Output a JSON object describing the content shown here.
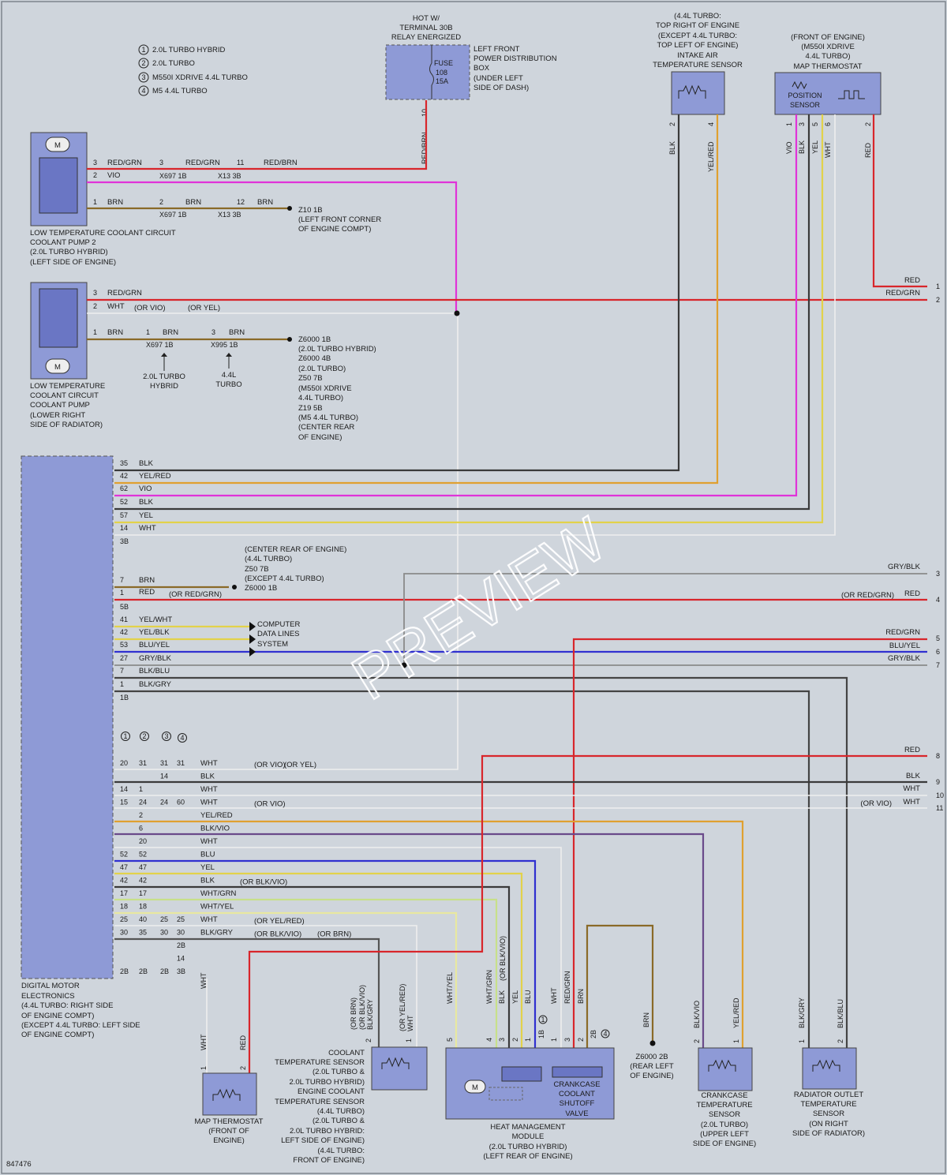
{
  "doc_number": "847476",
  "watermark": "PREVIEW",
  "legend": [
    {
      "num": "1",
      "text": "2.0L TURBO HYBRID"
    },
    {
      "num": "2",
      "text": "2.0L TURBO"
    },
    {
      "num": "3",
      "text": "M550I XDRIVE 4.4L TURBO"
    },
    {
      "num": "4",
      "text": "M5 4.4L TURBO"
    }
  ],
  "hot_label": [
    "HOT W/",
    "TERMINAL 30B",
    "RELAY ENERGIZED"
  ],
  "fuse_label": [
    "FUSE",
    "108",
    "15A"
  ],
  "fuse_box_desc": [
    "LEFT FRONT",
    "POWER DISTRIBUTION",
    "BOX",
    "(UNDER LEFT",
    "SIDE OF DASH)"
  ],
  "fuse_pin": "10",
  "fuse_wire": "RED/BRN",
  "intake_sensor_desc": [
    "(4.4L TURBO:",
    "TOP RIGHT OF ENGINE",
    "(EXCEPT 4.4L TURBO:",
    "TOP LEFT OF ENGINE)",
    "INTAKE AIR",
    "TEMPERATURE SENSOR"
  ],
  "intake_pins": [
    "2",
    "4"
  ],
  "intake_wires": [
    "BLK",
    "YEL/RED"
  ],
  "map_top_desc": [
    "(FRONT OF ENGINE)",
    "(M550I XDRIVE",
    "4.4L TURBO)",
    "MAP THERMOSTAT"
  ],
  "position_sensor": [
    "POSITION",
    "SENSOR"
  ],
  "map_top_pins": [
    "1",
    "3",
    "5",
    "6",
    "2"
  ],
  "map_top_wires": [
    "VIO",
    "BLK",
    "YEL",
    "WHT",
    "RED"
  ],
  "pump2": {
    "desc": [
      "LOW TEMPERATURE COOLANT CIRCUIT",
      "COOLANT PUMP 2",
      "(2.0L TURBO HYBRID)",
      "(LEFT SIDE OF ENGINE)"
    ],
    "pins": [
      "3",
      "2",
      "1"
    ],
    "wire_a": "RED/GRN",
    "wire_b": "VIO",
    "wire_c": "BRN",
    "conn1": "X697 1B",
    "conn2": "X13 3B",
    "conn1_pin_a": "3",
    "conn2_pin_a": "11",
    "wire_a2": "RED/GRN",
    "wire_a3": "RED/BRN",
    "conn1_pin_c": "2",
    "conn2_pin_c": "12",
    "wire_c2": "BRN",
    "wire_c3": "BRN",
    "ground": "Z10 1B",
    "ground_desc": [
      "(LEFT FRONT CORNER",
      "OF ENGINE COMPT)"
    ]
  },
  "pump1": {
    "desc": [
      "LOW TEMPERATURE",
      "COOLANT CIRCUIT",
      "COOLANT PUMP",
      "(LOWER RIGHT",
      "SIDE OF RADIATOR)"
    ],
    "pins": [
      "3",
      "2",
      "1"
    ],
    "wire_a": "RED/GRN",
    "wire_b": "WHT",
    "wire_b_alt1": "(OR VIO)",
    "wire_b_alt2": "(OR YEL)",
    "wire_c": "BRN",
    "conn1": "X697 1B",
    "conn2": "X995 1B",
    "conn1_pin": "1",
    "conn2_pin": "3",
    "wire_c2": "BRN",
    "wire_c3": "BRN",
    "note1": [
      "2.0L TURBO",
      "HYBRID"
    ],
    "note2": [
      "4.4L",
      "TURBO"
    ],
    "ground_desc": [
      "Z6000 1B",
      "(2.0L TURBO HYBRID)",
      "Z6000 4B",
      "(2.0L TURBO)",
      "Z50 7B",
      "(M550I XDRIVE",
      "4.4L TURBO)",
      "Z19 5B",
      "(M5 4.4L TURBO)",
      "(CENTER REAR",
      "OF ENGINE)"
    ]
  },
  "dme_desc": [
    "DIGITAL MOTOR",
    "ELECTRONICS",
    "(4.4L TURBO: RIGHT SIDE",
    "OF ENGINE COMPT)",
    "(EXCEPT 4.4L TURBO: LEFT SIDE",
    "OF ENGINE COMPT)"
  ],
  "dme_group1": [
    {
      "pin": "35",
      "wire": "BLK"
    },
    {
      "pin": "42",
      "wire": "YEL/RED"
    },
    {
      "pin": "62",
      "wire": "VIO"
    },
    {
      "pin": "52",
      "wire": "BLK"
    },
    {
      "pin": "57",
      "wire": "YEL"
    },
    {
      "pin": "14",
      "wire": "WHT"
    }
  ],
  "dme_group1_conn": "3B",
  "dme_group2": [
    {
      "pin": "7",
      "wire": "BRN"
    },
    {
      "pin": "1",
      "wire": "RED",
      "alt": "(OR RED/GRN)"
    }
  ],
  "dme_group2_conn": "5B",
  "ground2_desc": [
    "(CENTER REAR OF ENGINE)",
    "(4.4L TURBO)",
    "Z50 7B",
    "(EXCEPT 4.4L TURBO)",
    "Z6000 1B"
  ],
  "dme_group3": [
    {
      "pin": "41",
      "wire": "YEL/WHT"
    },
    {
      "pin": "42",
      "wire": "YEL/BLK"
    },
    {
      "pin": "53",
      "wire": "BLU/YEL"
    },
    {
      "pin": "27",
      "wire": "GRY/BLK"
    },
    {
      "pin": "7",
      "wire": "BLK/BLU"
    },
    {
      "pin": "1",
      "wire": "BLK/GRY"
    }
  ],
  "dme_group3_conn": "1B",
  "data_lines": [
    "COMPUTER",
    "DATA LINES",
    "SYSTEM"
  ],
  "right_edge": [
    {
      "num": "1",
      "wire": "RED"
    },
    {
      "num": "2",
      "wire": "RED/GRN"
    },
    {
      "num": "3",
      "wire": "GRY/BLK"
    },
    {
      "num": "4",
      "wire": "RED",
      "alt": "(OR RED/GRN)"
    },
    {
      "num": "5",
      "wire": "RED/GRN"
    },
    {
      "num": "6",
      "wire": "BLU/YEL"
    },
    {
      "num": "7",
      "wire": "GRY/BLK"
    },
    {
      "num": "8",
      "wire": "RED"
    },
    {
      "num": "9",
      "wire": "BLK"
    },
    {
      "num": "10",
      "wire": "WHT"
    },
    {
      "num": "11",
      "wire": "WHT",
      "alt": "(OR VIO)"
    }
  ],
  "lower_rows": [
    {
      "pins": [
        "20",
        "31",
        "31",
        "31"
      ],
      "wire": "WHT",
      "alt": "(OR VIO)",
      "alt2": "(OR YEL)"
    },
    {
      "pins": [
        "",
        "",
        "14",
        ""
      ],
      "wire": "BLK"
    },
    {
      "pins": [
        "14",
        "1",
        "",
        ""
      ],
      "wire": "WHT"
    },
    {
      "pins": [
        "15",
        "24",
        "24",
        "60"
      ],
      "wire": "WHT",
      "alt": "(OR VIO)"
    },
    {
      "pins": [
        "",
        "2",
        "",
        ""
      ],
      "wire": "YEL/RED"
    },
    {
      "pins": [
        "",
        "6",
        "",
        ""
      ],
      "wire": "BLK/VIO"
    },
    {
      "pins": [
        "",
        "20",
        "",
        ""
      ],
      "wire": "WHT"
    },
    {
      "pins": [
        "52",
        "52",
        "",
        ""
      ],
      "wire": "BLU"
    },
    {
      "pins": [
        "47",
        "47",
        "",
        ""
      ],
      "wire": "YEL"
    },
    {
      "pins": [
        "42",
        "42",
        "",
        ""
      ],
      "wire": "BLK",
      "alt": "(OR BLK/VIO)"
    },
    {
      "pins": [
        "17",
        "17",
        "",
        ""
      ],
      "wire": "WHT/GRN"
    },
    {
      "pins": [
        "18",
        "18",
        "",
        ""
      ],
      "wire": "WHT/YEL"
    },
    {
      "pins": [
        "25",
        "40",
        "25",
        "25"
      ],
      "wire": "WHT",
      "alt": "(OR YEL/RED)"
    },
    {
      "pins": [
        "30",
        "35",
        "30",
        "30"
      ],
      "wire": "BLK/GRY",
      "alt": "(OR BLK/VIO)",
      "alt2": "(OR BRN)"
    },
    {
      "pins": [
        "",
        "",
        "",
        "2B"
      ],
      "wire": ""
    },
    {
      "pins": [
        "",
        "",
        "",
        "14"
      ],
      "wire": ""
    },
    {
      "pins": [
        "2B",
        "2B",
        "2B",
        "3B"
      ],
      "wire": ""
    }
  ],
  "map_bottom": {
    "desc": [
      "MAP THERMOSTAT",
      "(FRONT OF",
      "ENGINE)"
    ],
    "pins": [
      "1",
      "2"
    ],
    "wires": [
      "WHT",
      "RED"
    ]
  },
  "coolant_sensor": {
    "desc": [
      "COOLANT",
      "TEMPERATURE SENSOR",
      "(2.0L TURBO &",
      "2.0L TURBO HYBRID)",
      "ENGINE COOLANT",
      "TEMPERATURE SENSOR",
      "(4.4L TURBO)",
      "(2.0L TURBO &",
      "2.0L TURBO HYBRID:",
      "LEFT SIDE OF ENGINE)",
      "(4.4L TURBO:",
      "FRONT OF ENGINE)"
    ],
    "pins": [
      "2",
      "1"
    ],
    "wire_a": [
      "(OR BRN)",
      "(OR BLK/VIO)",
      "BLK/GRY"
    ],
    "wire_b": [
      "(OR YEL/RED)",
      "WHT"
    ]
  },
  "hmm": {
    "desc": [
      "HEAT MANAGEMENT",
      "MODULE",
      "(2.0L TURBO HYBRID)",
      "(LEFT REAR OF ENGINE)"
    ],
    "valve": [
      "CRANKCASE",
      "COOLANT",
      "SHUTOFF",
      "VALVE"
    ],
    "pins": [
      "5",
      "4",
      "3",
      "2",
      "1",
      "1B",
      "1",
      "3",
      "2",
      "2B"
    ],
    "wires": [
      "WHT/YEL",
      "WHT/GRN",
      "BLK",
      "YEL",
      "BLU",
      "WHT",
      "RED/GRN",
      "BRN"
    ],
    "alt": "(OR BLK/VIO)"
  },
  "ground3": {
    "wire": "BRN",
    "name": "Z6000 2B",
    "desc": [
      "(REAR LEFT",
      "OF ENGINE)"
    ]
  },
  "crankcase_sensor": {
    "desc": [
      "CRANKCASE",
      "TEMPERATURE",
      "SENSOR",
      "(2.0L TURBO)",
      "(UPPER LEFT",
      "SIDE OF ENGINE)"
    ],
    "pins": [
      "2",
      "1"
    ],
    "wires": [
      "BLK/VIO",
      "YEL/RED"
    ]
  },
  "radiator_sensor": {
    "desc": [
      "RADIATOR OUTLET",
      "TEMPERATURE",
      "SENSOR",
      "(ON RIGHT",
      "SIDE OF RADIATOR)"
    ],
    "pins": [
      "1",
      "2"
    ],
    "wires": [
      "BLK/GRY",
      "BLK/BLU"
    ]
  },
  "colors": {
    "red": "#d8262b",
    "vio": "#e033d8",
    "yel": "#e2d24a",
    "blu": "#3030d0",
    "blk": "#3a3a3a",
    "wht": "#f2f2f2",
    "brn": "#8a6a28",
    "orange": "#e0a030",
    "component": "#8e9ad6",
    "background": "#cfd5dc"
  }
}
